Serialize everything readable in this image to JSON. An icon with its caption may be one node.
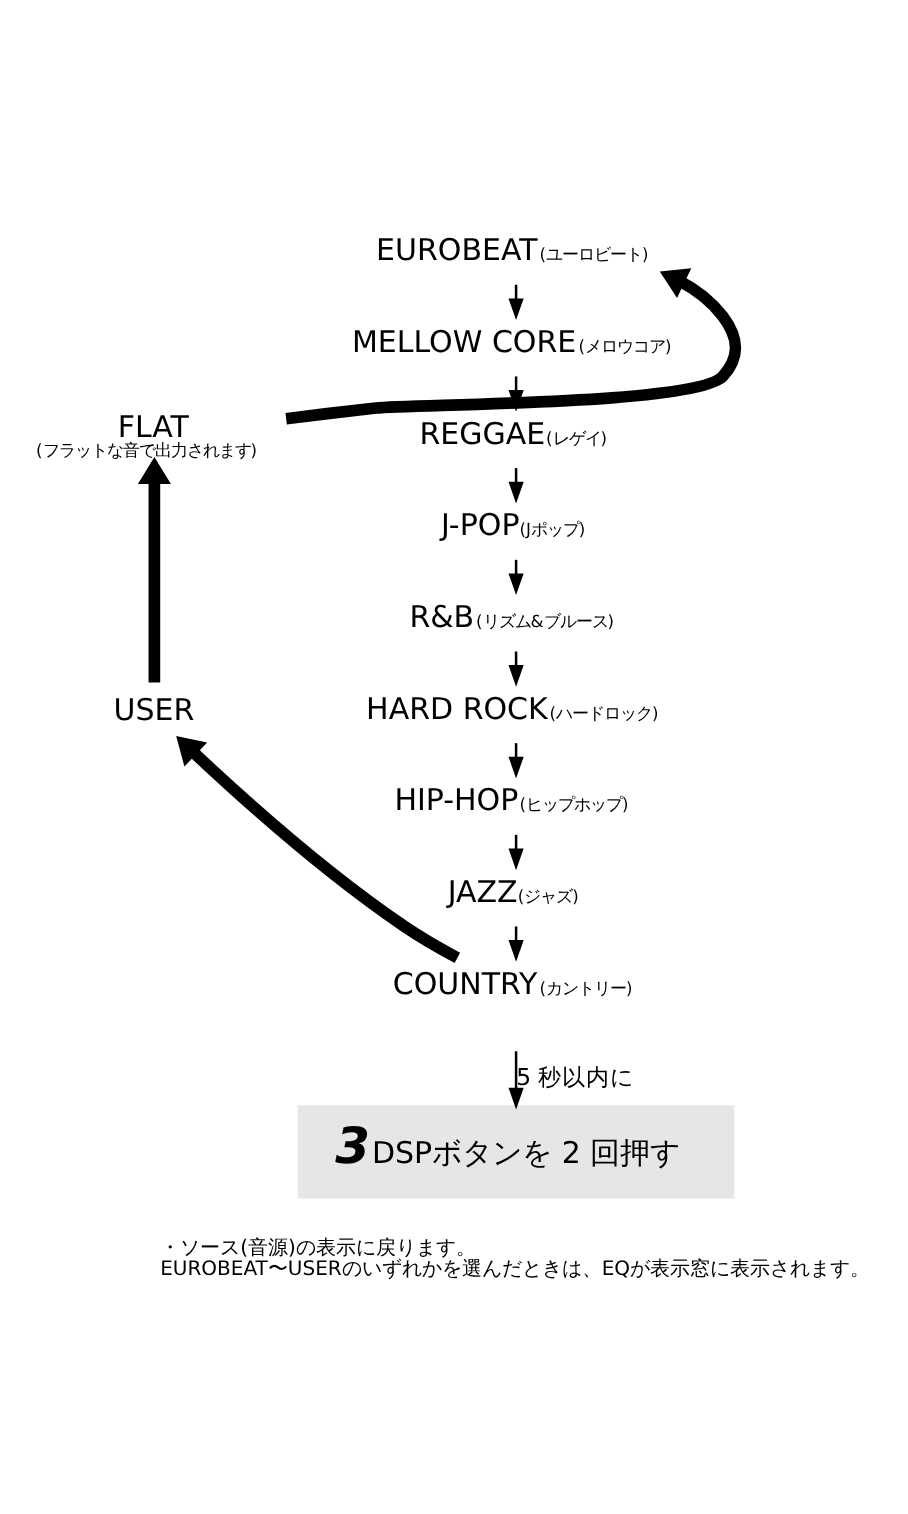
{
  "diagram": {
    "nodes": [
      {
        "text": [
          "EUROBEAT"
        ],
        "beside": [
          "(ユーロビート)"
        ]
      },
      {
        "text": [
          "MELLOW CORE"
        ],
        "beside": [
          "(メロウコア)"
        ]
      },
      {
        "text": [
          "REGGAE"
        ],
        "beside": [
          "(レゲイ)"
        ]
      },
      {
        "text": [
          "J-POP"
        ],
        "beside": [
          "(Jポップ)"
        ]
      },
      {
        "text": [
          "R&B"
        ],
        "beside": [
          "(リズム&ブルース)"
        ]
      },
      {
        "text": [
          "HARD ROCK"
        ],
        "beside": [
          "(ハードロック)"
        ]
      },
      {
        "text": [
          "HIP-HOP"
        ],
        "beside": [
          "(ヒップホップ)"
        ]
      },
      {
        "text": [
          "JAZZ"
        ],
        "beside": [
          "(ジャズ)"
        ]
      },
      {
        "text": [
          "COUNTRY"
        ],
        "beside": [
          "(カントリー)"
        ]
      },
      {
        "text": [
          "USER"
        ]
      },
      {
        "text": [
          "FLAT",
          "(フラットな音で出力されます)"
        ]
      },
      {
        "text": [
          "3",
          "DSPボタンを 2 回押す"
        ]
      }
    ],
    "edges": [
      {
        "from": 0,
        "to": 1,
        "arrow": "to"
      },
      {
        "from": 1,
        "to": 2,
        "arrow": "to"
      },
      {
        "from": 2,
        "to": 3,
        "arrow": "to"
      },
      {
        "from": 3,
        "to": 4,
        "arrow": "to"
      },
      {
        "from": 4,
        "to": 5,
        "arrow": "to"
      },
      {
        "from": 5,
        "to": 6,
        "arrow": "to"
      },
      {
        "from": 6,
        "to": 7,
        "arrow": "to"
      },
      {
        "from": 7,
        "to": 8,
        "arrow": "to"
      },
      {
        "from": 8,
        "to": 9,
        "arrow": "to",
        "style": "thick"
      },
      {
        "from": 9,
        "to": 10,
        "arrow": "to",
        "style": "thick"
      },
      {
        "from": 10,
        "to": 0,
        "arrow": "to",
        "style": "thick"
      },
      {
        "from": null,
        "to": 11,
        "arrow": "to",
        "label": "5 秒以内に"
      }
    ],
    "labels": [
      "・ソース(音源)の表示に戻ります。 EUROBEAT〜USERのいずれかを選んだときは、EQが表示窓に表示されます。"
    ]
  }
}
